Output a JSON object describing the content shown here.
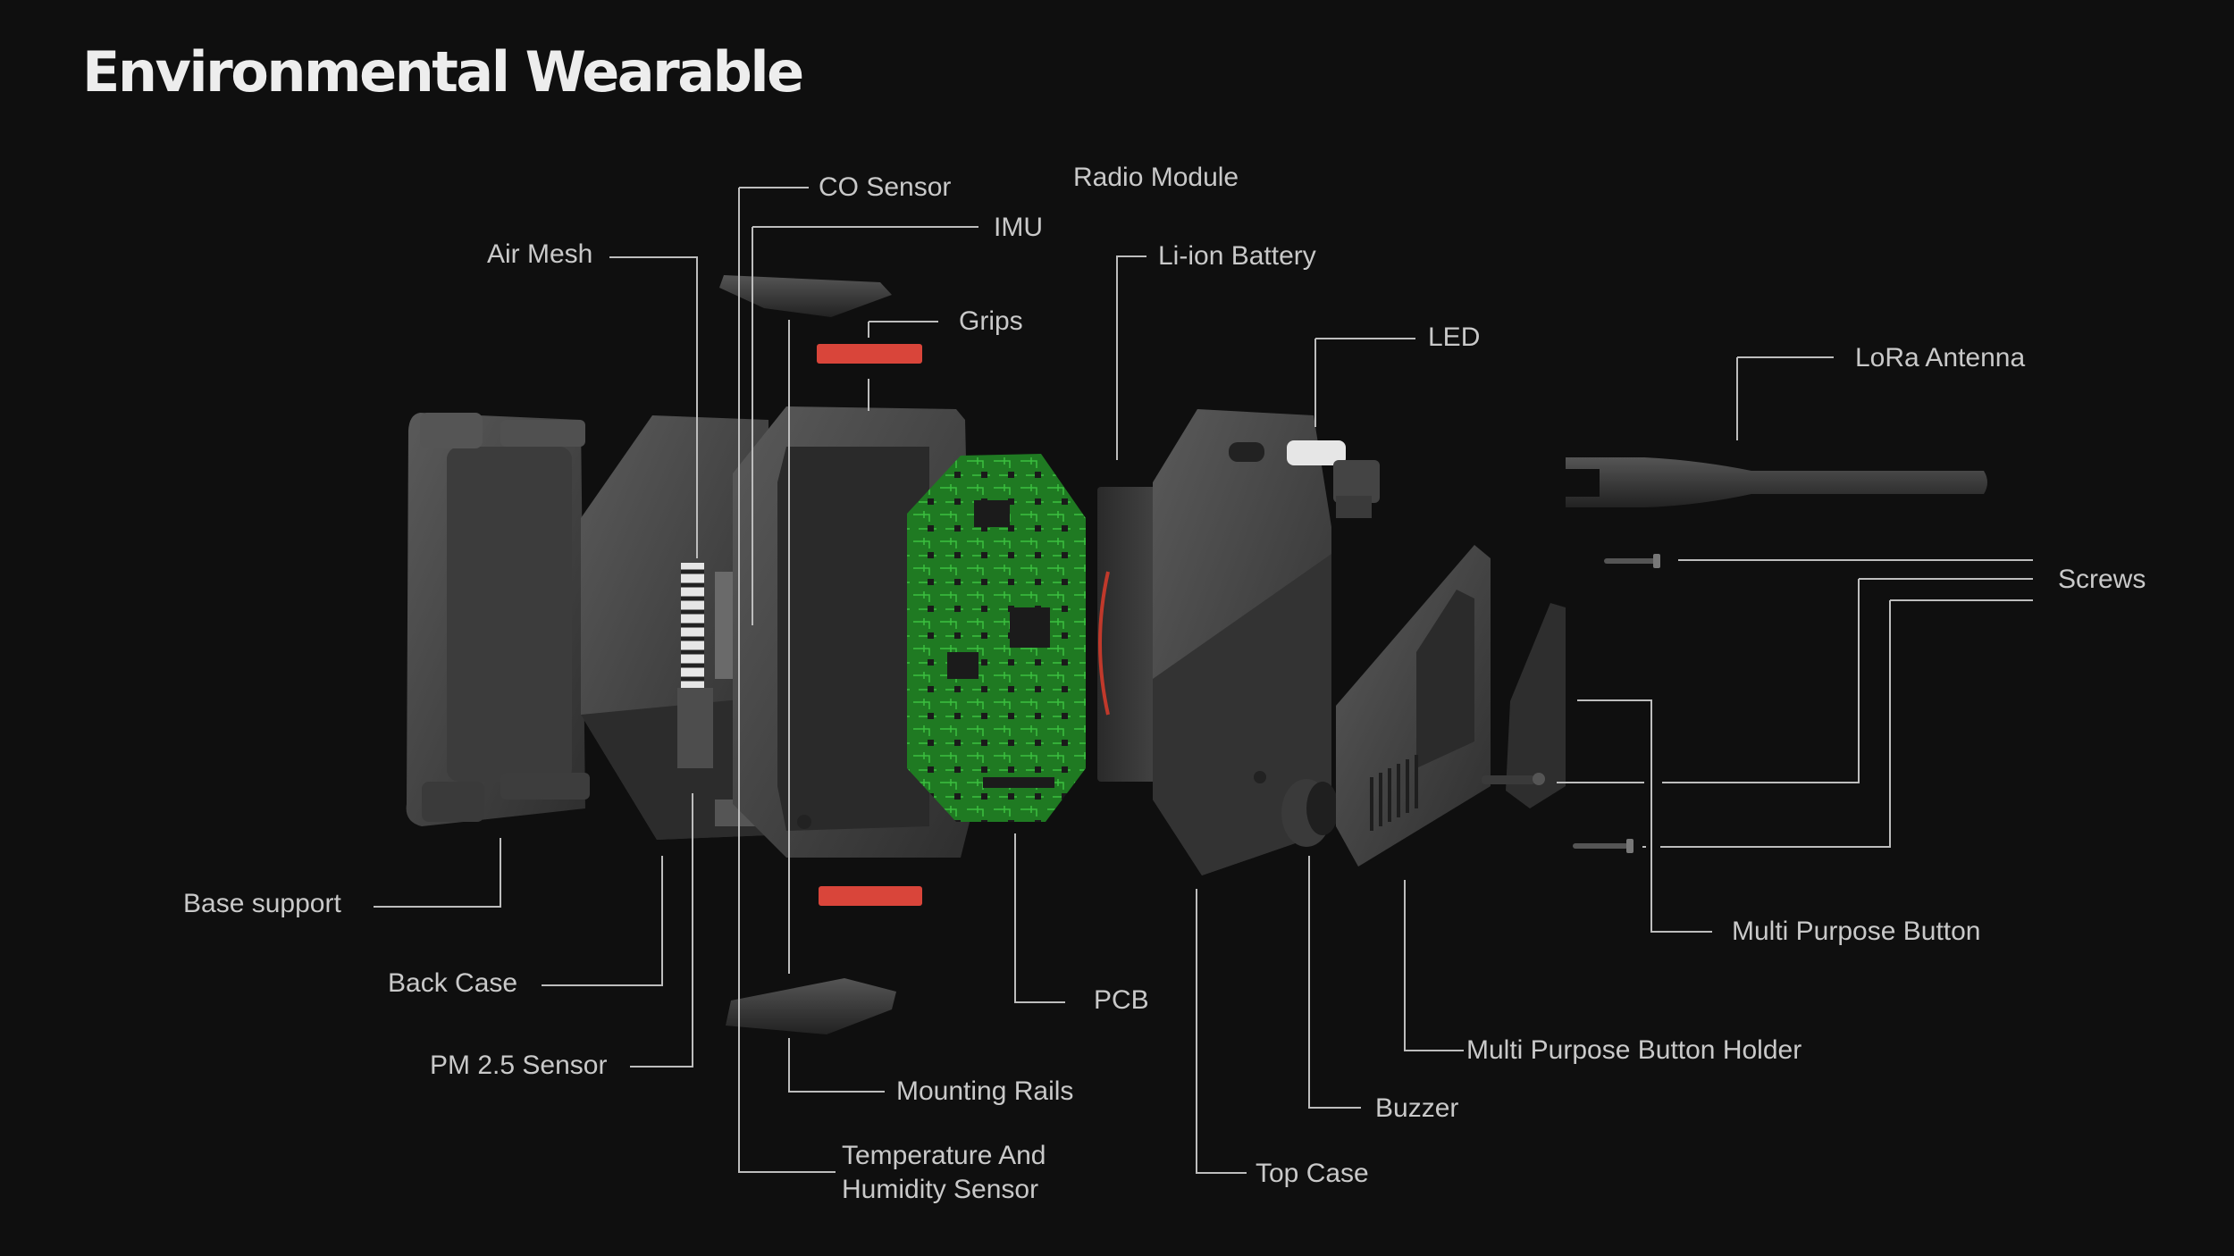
{
  "title": "Environmental Wearable",
  "labels": {
    "co_sensor": "CO Sensor",
    "radio_module": "Radio Module",
    "imu": "IMU",
    "air_mesh": "Air Mesh",
    "li_ion_battery": "Li-ion Battery",
    "grips": "Grips",
    "led": "LED",
    "lora_antenna": "LoRa Antenna",
    "screws": "Screws",
    "base_support": "Base support",
    "multi_purpose_button": "Multi Purpose Button",
    "back_case": "Back Case",
    "pcb": "PCB",
    "multi_purpose_button_holder": "Multi Purpose Button Holder",
    "pm25_sensor": "PM 2.5 Sensor",
    "mounting_rails": "Mounting Rails",
    "buzzer": "Buzzer",
    "temp_humidity_line1": "Temperature And",
    "temp_humidity_line2": "Humidity Sensor",
    "top_case": "Top Case"
  },
  "colors": {
    "background": "#0f0f0f",
    "part": "#4a4a4a",
    "pcb": "#1f7a22",
    "grip": "#d9453a"
  }
}
